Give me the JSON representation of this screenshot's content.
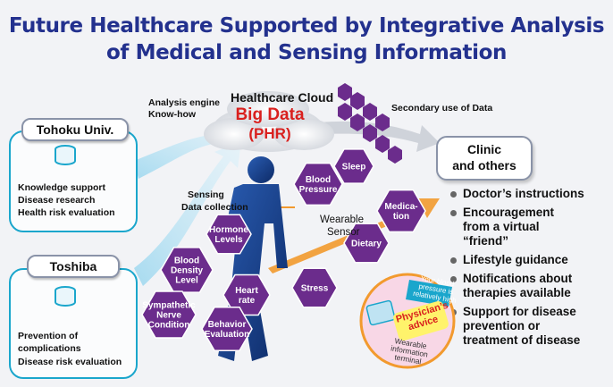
{
  "title": {
    "line1": "Future Healthcare Supported by Integrative Analysis",
    "line2": "of Medical and Sensing Information"
  },
  "cloud": {
    "heading": "Healthcare Cloud",
    "big_data": "Big Data",
    "phr": "(PHR)"
  },
  "labels": {
    "analysis_engine": "Analysis engine",
    "know_how": "Know-how",
    "secondary_use": "Secondary use of Data",
    "sensing": "Sensing",
    "data_collection": "Data collection",
    "wearable": "Wearable",
    "sensor": "Sensor"
  },
  "tohoku": {
    "name": "Tohoku Univ.",
    "items": [
      "Knowledge support",
      "Disease research",
      "Health risk evaluation"
    ]
  },
  "toshiba": {
    "name": "Toshiba",
    "items": [
      "Prevention of",
      "complications",
      "Disease risk evaluation"
    ]
  },
  "clinic": {
    "line1": "Clinic",
    "line2": "and others"
  },
  "bullets": [
    {
      "lines": [
        "Doctor’s instructions"
      ]
    },
    {
      "lines": [
        "Encouragement",
        "from a virtual",
        "“friend”"
      ]
    },
    {
      "lines": [
        "Lifestyle guidance"
      ]
    },
    {
      "lines": [
        "Notifications about",
        "therapies available"
      ]
    },
    {
      "lines": [
        "Support for disease",
        "prevention or",
        "treatment of disease"
      ]
    }
  ],
  "hexagons": {
    "blood_pressure": [
      "Blood",
      "Pressure"
    ],
    "sleep": [
      "Sleep"
    ],
    "medication": [
      "Medica-",
      "tion"
    ],
    "dietary": [
      "Dietary"
    ],
    "hormone": [
      "Hormone",
      "Levels"
    ],
    "blood_density": [
      "Blood",
      "Density",
      "Level"
    ],
    "heart_rate": [
      "Heart",
      "rate"
    ],
    "stress": [
      "Stress"
    ],
    "sympathetic": [
      "Sympathetic",
      "Nerve",
      "Condition"
    ],
    "behavior": [
      "Behavior",
      "Evaluation"
    ]
  },
  "terminal": {
    "bubble": [
      "Your blood",
      "pressure is",
      "relatively high"
    ],
    "advice": [
      "Physician’s",
      "advice"
    ],
    "caption": [
      "Wearable",
      "information",
      "terminal"
    ]
  },
  "colors": {
    "title": "#23318e",
    "hexagon": "#6b2c8c",
    "accent_cyan": "#1aa6cc",
    "cloud_red": "#d9201e",
    "arrow_orange": "#f29a2e"
  }
}
